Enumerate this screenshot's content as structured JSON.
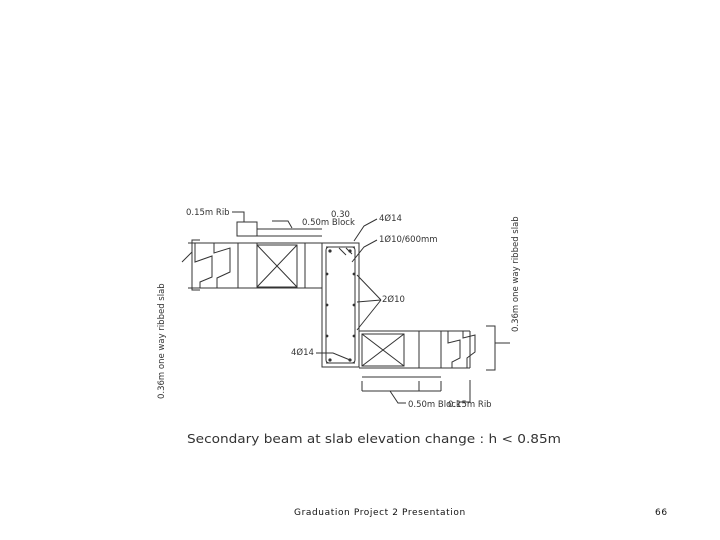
{
  "drawing": {
    "labels": {
      "rib_left": "0.15m Rib",
      "width_top": "0.30",
      "block_left": "0.50m Block",
      "top_bars": "4Ø14",
      "stirrups": "1Ø10/600mm",
      "side_bars": "2Ø10",
      "bottom_bars": "4Ø14",
      "block_right": "0.50m Block",
      "rib_right": "0.15m Rib",
      "slab_left": "0.36m one way ribbed slab",
      "slab_right": "0.36m one way ribbed slab"
    },
    "caption": "Secondary beam at slab elevation change : h < 0.85m"
  },
  "footer": {
    "title": "Graduation Project 2 Presentation",
    "page_number": "66"
  },
  "colors": {
    "line": "#333333",
    "background": "#ffffff"
  }
}
